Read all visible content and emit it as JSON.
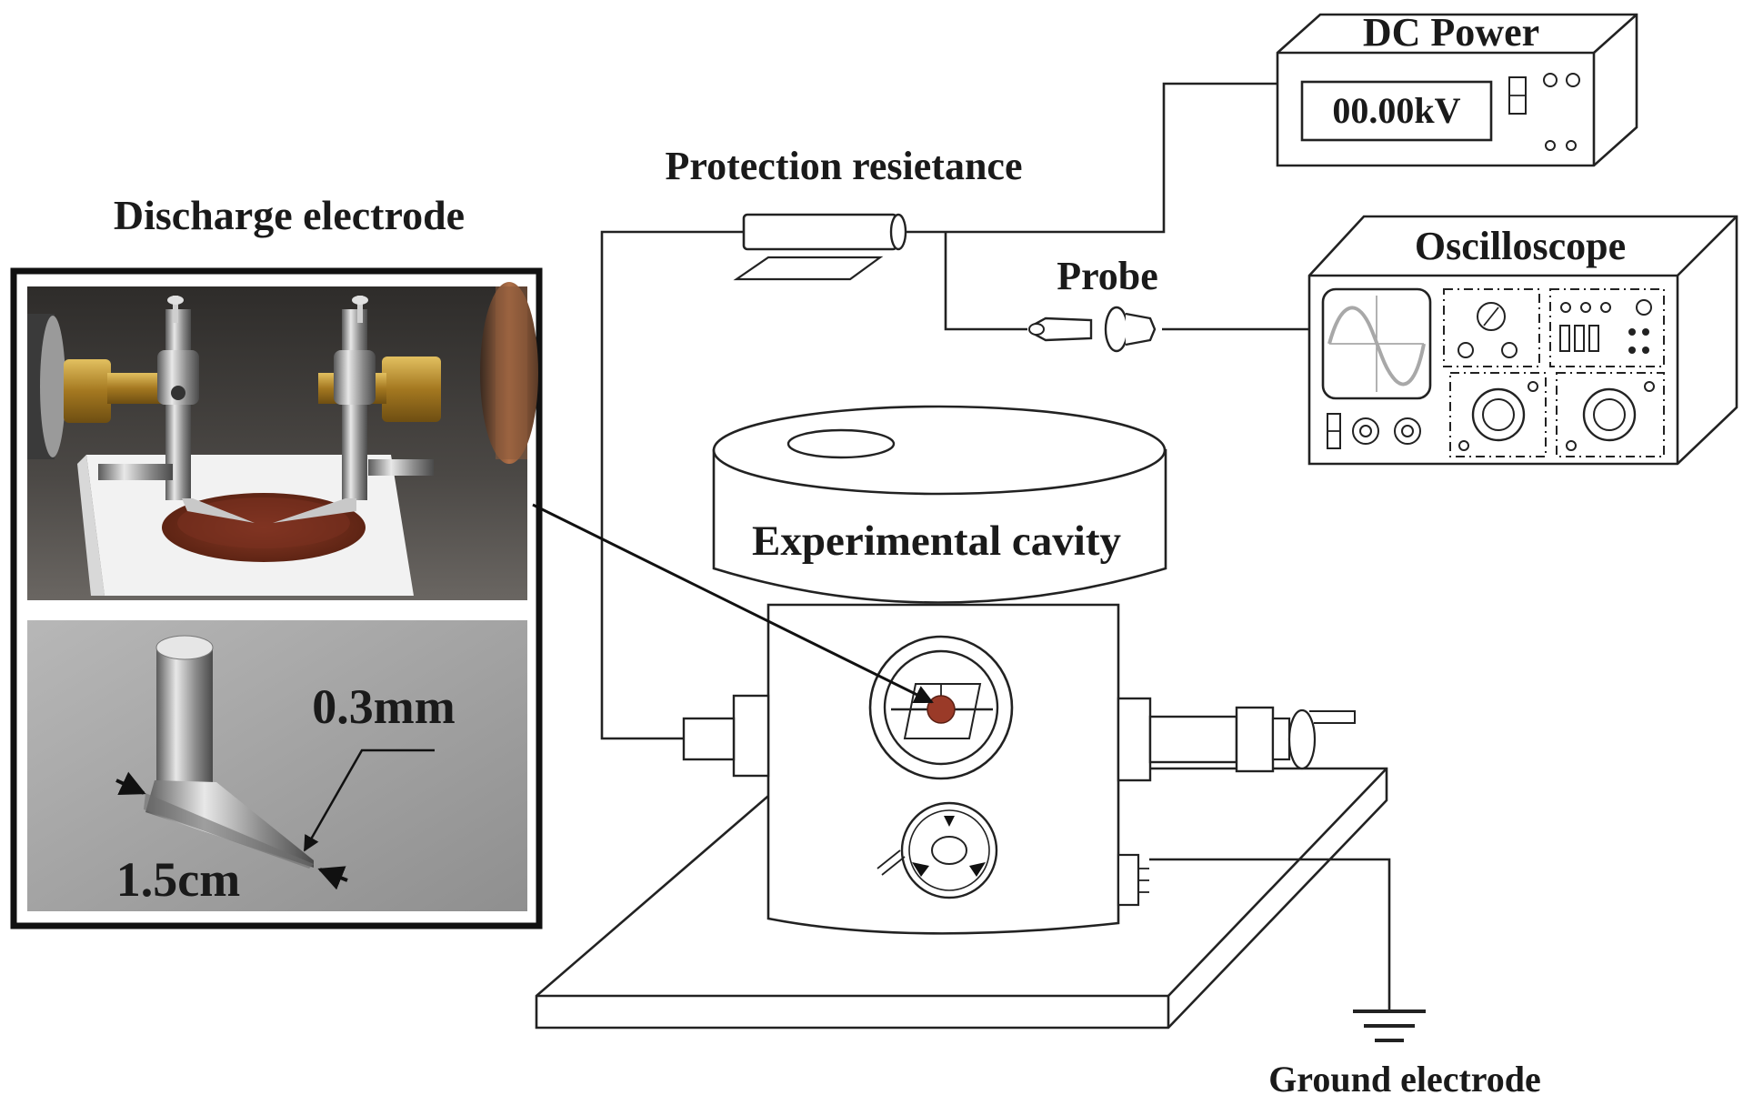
{
  "labels": {
    "discharge_electrode": "Discharge electrode",
    "protection_resistance": "Protection resietance",
    "probe": "Probe",
    "dc_power": "DC Power",
    "dc_power_display": "00.00kV",
    "oscilloscope": "Oscilloscope",
    "experimental_cavity": "Experimental cavity",
    "ground_electrode": "Ground electrode",
    "tip_dimension": "0.3mm",
    "needle_length": "1.5cm"
  },
  "colors": {
    "line": "#222222",
    "copper_plate": "#7a3020",
    "brass": "#b8902c",
    "photo_background_top": "#3c3a38",
    "photo_background_bottom": "#a3a3a3",
    "oscilloscope_waveform": "#a8a8a8"
  },
  "icons": {
    "ground_symbol": "ground-icon",
    "probe": "probe-icon",
    "resistor": "resistor-icon"
  }
}
